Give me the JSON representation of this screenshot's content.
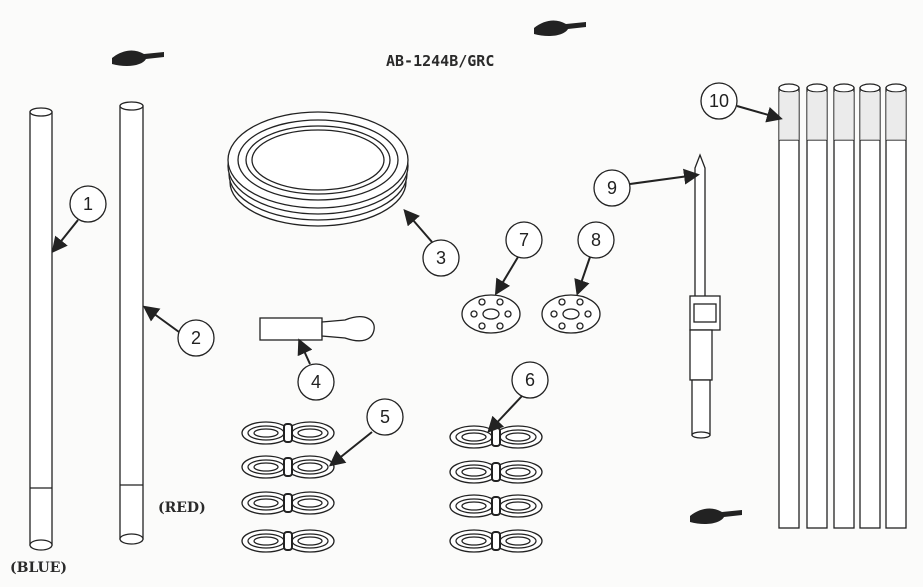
{
  "title": "AB-1244B/GRC",
  "labels": {
    "blue": "(BLUE)",
    "red": "(RED)"
  },
  "callouts": [
    "1",
    "2",
    "3",
    "4",
    "5",
    "6",
    "7",
    "8",
    "9",
    "10"
  ]
}
